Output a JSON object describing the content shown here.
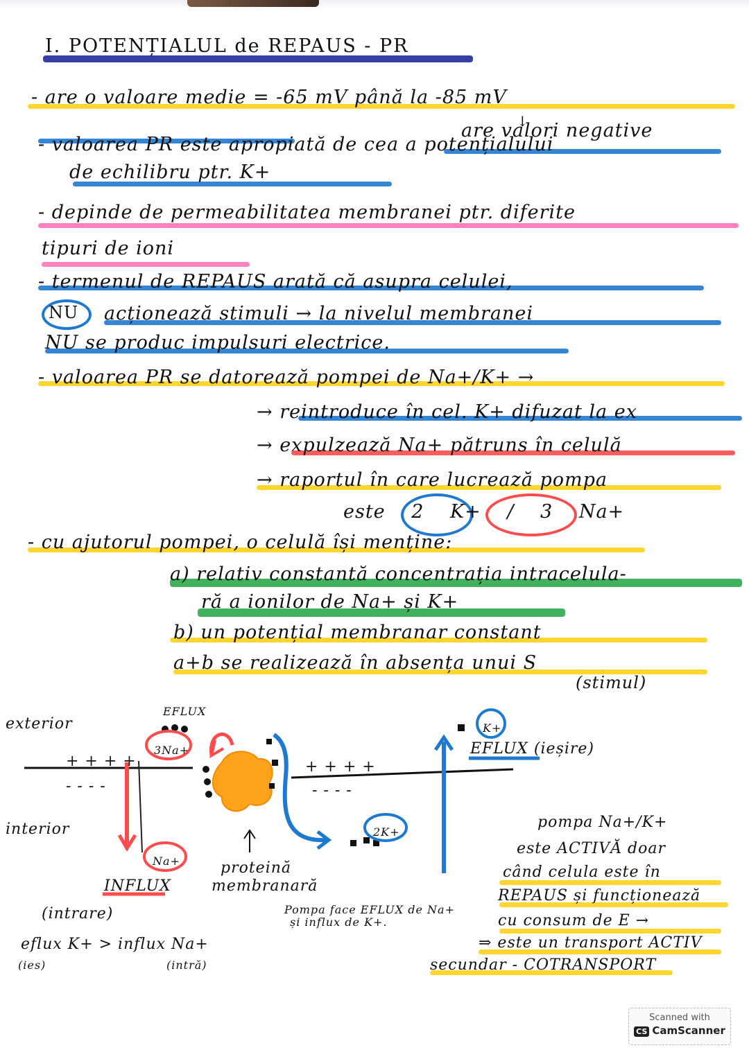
{
  "page": {
    "title": "I. POTENȚIALUL de REPAUS - PR",
    "lines": [
      "- are o valoare medie = -65 mV până la -85 mV",
      "↓",
      "are valori negative",
      "- valoarea PR este apropiată de cea a potențialului",
      "de echilibru ptr. K+",
      "- depinde de permeabilitatea membranei ptr. diferite",
      "tipuri de ioni",
      "- termenul de REPAUS arată că asupra celulei,",
      "NU",
      "acționează stimuli → la nivelul membranei",
      "NU se produc impulsuri electrice.",
      "- valoarea PR se datorează pompei de Na+/K+ →",
      "→ reintroduce în cel. K+ difuzat la ex",
      "→ expulzează Na+ pătruns în celulă",
      "→ raportul în care lucrează pompa",
      "este 2 K+ / 3 Na+",
      "- cu ajutorul pompei, o celulă își menține:",
      "a) relativ constantă concentrația intracelula-",
      "ră a ionilor de Na+ și K+",
      "b) un potențial membranar constant",
      "a+b se realizează în absența unui S",
      "(stimul)"
    ]
  },
  "diagram": {
    "exterior_label": "exterior",
    "interior_label": "interior",
    "efflux_top_label": "EFLUX",
    "na3_label": "3Na+",
    "plus_left": "+ + + +",
    "minus_left": "- - - -",
    "plus_right": "+ + + +",
    "minus_right": "- - - -",
    "na_in_label": "Na+",
    "influx_label": "INFLUX",
    "influx_paren": "(intrare)",
    "protein_label_1": "proteină",
    "protein_label_2": "membranară",
    "pump_note_1": "Pompa face EFLUX de Na+",
    "pump_note_2": "și influx de K+.",
    "k2_label": "2K+",
    "k_label": "K+",
    "efflux_right_label": "EFLUX (ieșire)",
    "compare_1": "eflux K+ > influx Na+",
    "compare_2": "(ies)",
    "compare_3": "(intră)"
  },
  "side_note": [
    "pompa Na+/K+",
    "este ACTIVĂ doar",
    "când celula este în",
    "REPAUS și funcționează",
    "cu consum de E →",
    "⇒ este un transport ACTIV",
    "secundar - COTRANSPORT"
  ],
  "badge": {
    "line1": "Scanned with",
    "logo": "CS",
    "line2": "CamScanner"
  },
  "colors": {
    "yellow": "#ffd21a",
    "blue": "#1e79d0",
    "navy": "#1f2a9a",
    "pink": "#ff72b8",
    "red": "#ff4b4b",
    "green": "#2ba84a",
    "protein": "#ffa31a"
  }
}
